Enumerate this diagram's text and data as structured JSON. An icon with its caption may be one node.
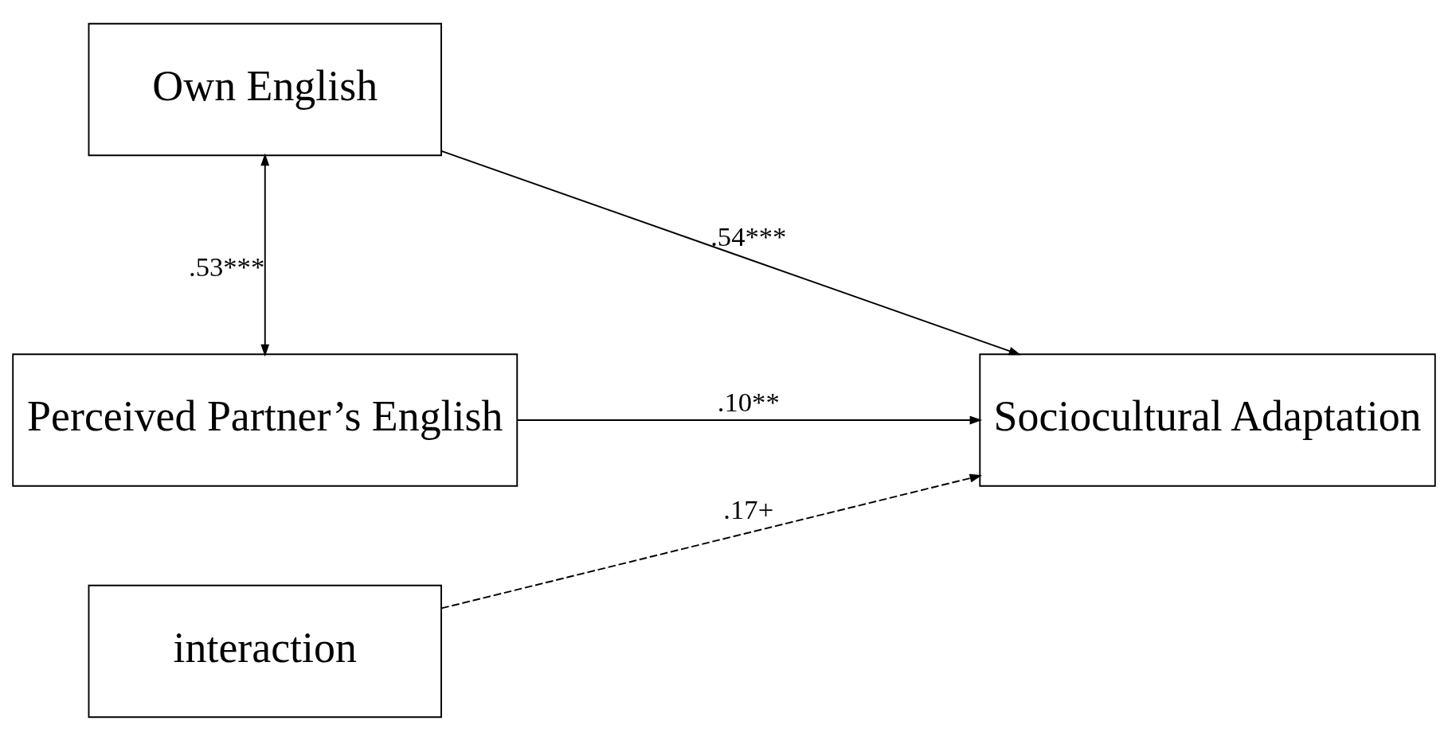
{
  "diagram": {
    "nodes": [
      {
        "text": [
          "Own English"
        ]
      },
      {
        "text": [
          "Perceived Partner’s English"
        ]
      },
      {
        "text": [
          "interaction"
        ]
      },
      {
        "text": [
          "Sociocultural Adaptation"
        ]
      }
    ],
    "edges": [
      {
        "from": 0,
        "to": 1,
        "arrow": "both",
        "label": ".53***"
      },
      {
        "from": 0,
        "to": 3,
        "arrow": "to",
        "label": ".54***"
      },
      {
        "from": 1,
        "to": 3,
        "arrow": "to",
        "label": ".10**"
      },
      {
        "from": 2,
        "to": 3,
        "arrow": "to",
        "label": ".17+",
        "style": "dashed"
      }
    ]
  }
}
